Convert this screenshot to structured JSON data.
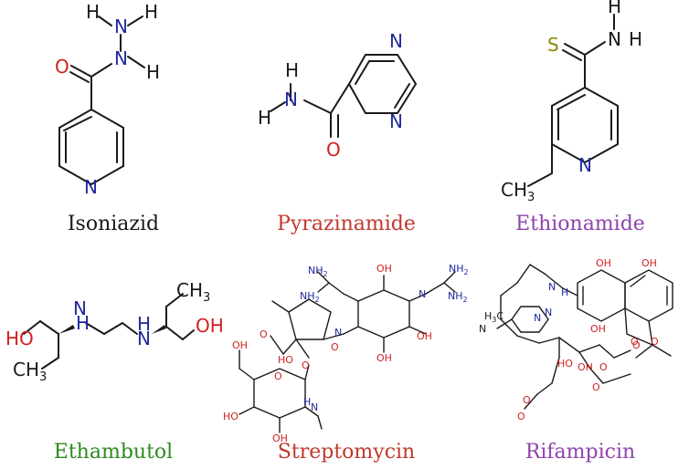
{
  "labels": {
    "isoniazid": "Isoniazid",
    "pyrazinamide": "Pyrazinamide",
    "ethionamide": "Ethionamide",
    "ethambutol": "Ethambutol",
    "streptomycin": "Streptomycin",
    "rifampicin": "Rifampicin"
  },
  "atoms": {
    "N": "N",
    "H": "H",
    "O": "O",
    "S": "S",
    "CH3": "CH",
    "sub3": "3",
    "HO": "HO",
    "OH": "OH",
    "NH": "NH",
    "NH2": "NH",
    "sub2": "2",
    "H3C": "H",
    "C": "C"
  },
  "colors": {
    "isoniazid_label": "#1a1a1a",
    "pyrazinamide_label": "#c0392b",
    "ethionamide_label": "#8e44ad",
    "ethambutol_label": "#2e8b1e",
    "streptomycin_label": "#c0392b",
    "rifampicin_label": "#8e44ad",
    "nitrogen": "#1f2a9e",
    "oxygen": "#d11f1f",
    "sulfur": "#8a8a00"
  }
}
